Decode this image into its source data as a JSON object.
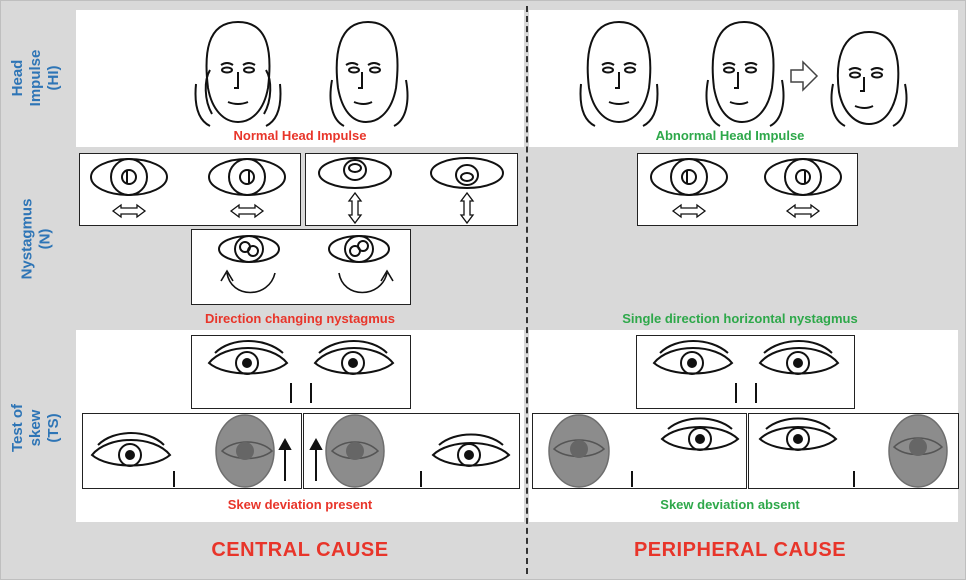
{
  "rows": {
    "head_impulse": "Head Impulse (HI)",
    "nystagmus": "Nystagmus (N)",
    "test_of_skew": "Test of skew (TS)"
  },
  "central": {
    "head_impulse_caption": "Normal Head Impulse",
    "nystagmus_caption": "Direction changing nystagmus",
    "skew_caption": "Skew deviation present",
    "cause_label": "CENTRAL CAUSE"
  },
  "peripheral": {
    "head_impulse_caption": "Abnormal Head Impulse",
    "nystagmus_caption": "Single direction horizontal nystagmus",
    "skew_caption": "Skew deviation absent",
    "cause_label": "PERIPHERAL CAUSE"
  },
  "colors": {
    "row_label": "#2e75b6",
    "central": "#e8352a",
    "peripheral": "#2ea84a",
    "background": "#d9d9d9"
  }
}
